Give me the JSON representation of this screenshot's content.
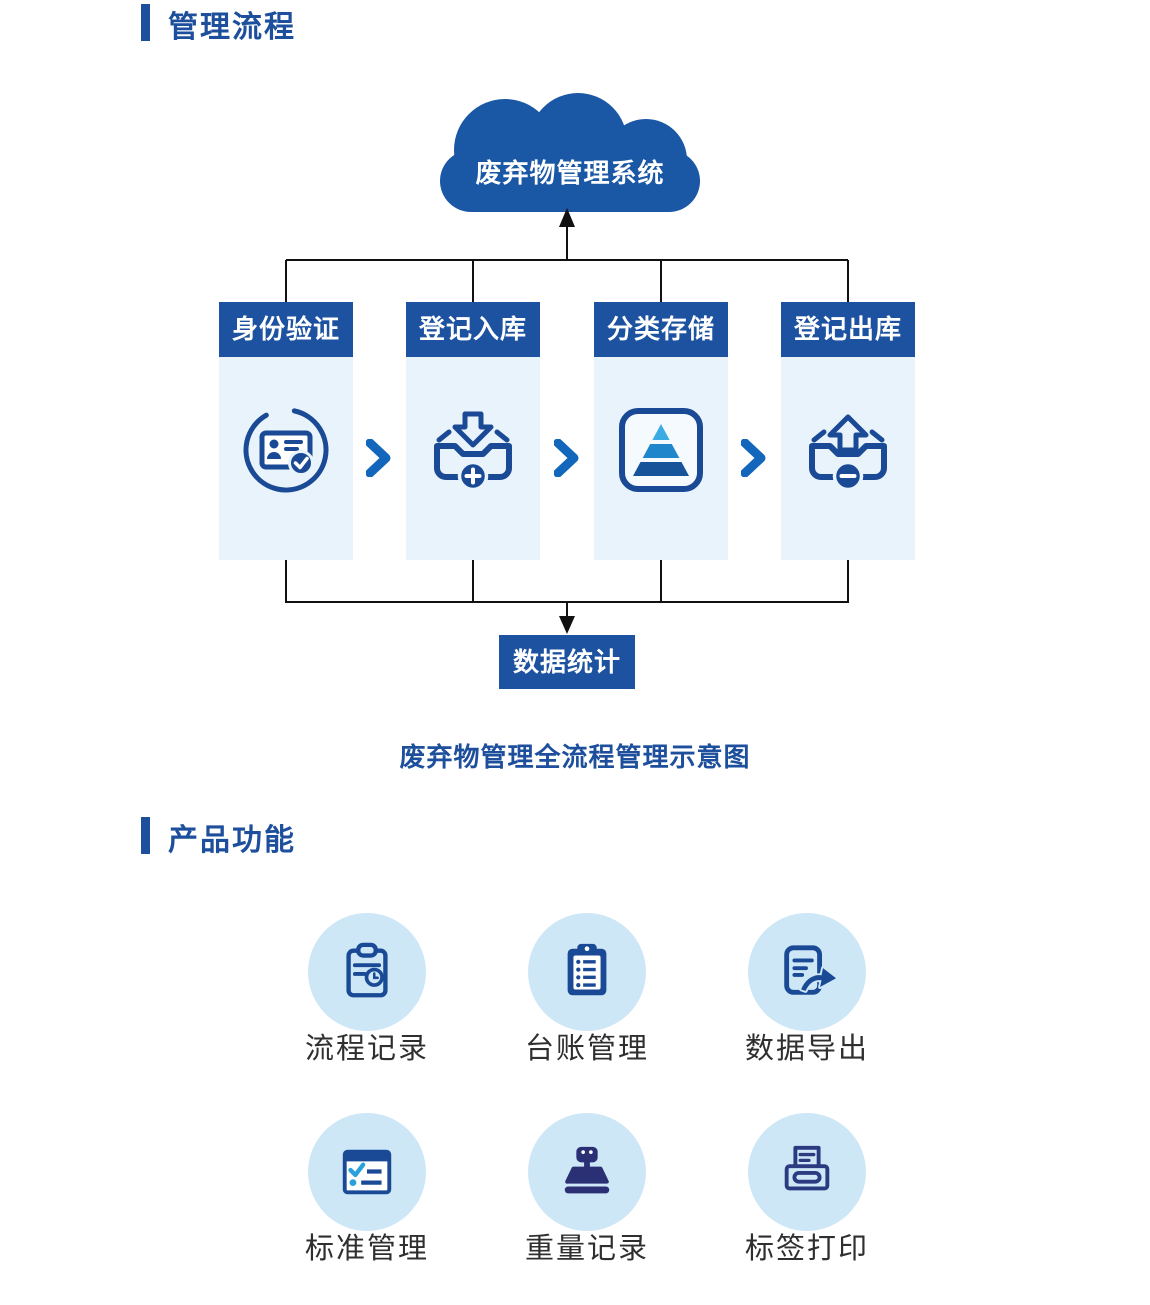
{
  "colors": {
    "primary_blue": "#1d4f9c",
    "cloud_blue": "#1a57a4",
    "step_header_blue": "#1c52a0",
    "panel_light_blue": "#e8f3fb",
    "chevron_blue": "#1266bb",
    "feature_circle_blue": "#cde7f7",
    "icon_navy": "#1a4a96",
    "icon_indigo": "#2b3074",
    "accent_cyan": "#2aa0dc",
    "pyramid_light": "#3aabe3",
    "pyramid_mid": "#1f86cc",
    "pyramid_dark": "#175399",
    "connector_line": "#111111",
    "label_dark": "#2f2f2f"
  },
  "sections": {
    "process": {
      "title": "管理流程"
    },
    "features": {
      "title": "产品功能"
    }
  },
  "flow": {
    "cloud_label": "废弃物管理系统",
    "steps": [
      {
        "label": "身份验证",
        "icon": "id-card-check-icon"
      },
      {
        "label": "登记入库",
        "icon": "inbox-add-icon"
      },
      {
        "label": "分类存储",
        "icon": "pyramid-layers-icon"
      },
      {
        "label": "登记出库",
        "icon": "outbox-remove-icon"
      }
    ],
    "result_label": "数据统计",
    "caption": "废弃物管理全流程管理示意图"
  },
  "features": [
    {
      "label": "流程记录",
      "icon": "clipboard-clock-icon"
    },
    {
      "label": "台账管理",
      "icon": "clipboard-list-icon"
    },
    {
      "label": "数据导出",
      "icon": "document-export-icon"
    },
    {
      "label": "标准管理",
      "icon": "checklist-window-icon"
    },
    {
      "label": "重量记录",
      "icon": "weighing-scale-icon"
    },
    {
      "label": "标签打印",
      "icon": "label-printer-icon"
    }
  ]
}
